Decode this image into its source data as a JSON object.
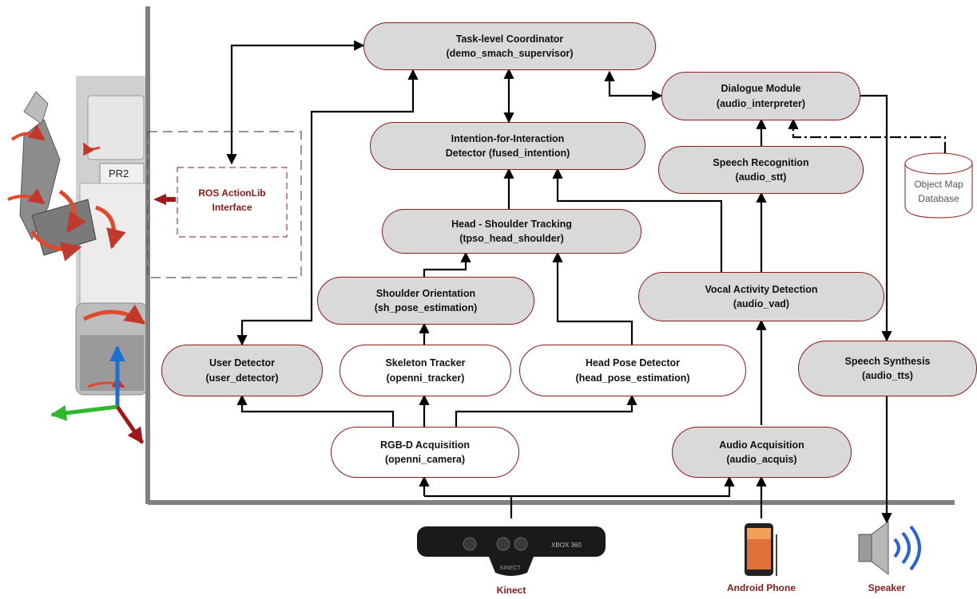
{
  "colors": {
    "node_border": "#8b1a1a",
    "node_fill_grey": "#d9d9d9",
    "node_fill_white": "#ffffff",
    "arrow": "#000000",
    "frame": "#808080",
    "label_red": "#8b1a1a"
  },
  "nodes": {
    "task_coordinator": {
      "title": "Task-level Coordinator",
      "subtitle": "(demo_smach_supervisor)"
    },
    "dialogue_module": {
      "title": "Dialogue Module",
      "subtitle": "(audio_interpreter)"
    },
    "intention_detector": {
      "title": "Intention-for-Interaction",
      "subtitle": "Detector (fused_intention)"
    },
    "speech_recognition": {
      "title": "Speech Recognition",
      "subtitle": "(audio_stt)"
    },
    "head_shoulder_tracking": {
      "title": "Head - Shoulder Tracking",
      "subtitle": "(tpso_head_shoulder)"
    },
    "shoulder_orientation": {
      "title": "Shoulder Orientation",
      "subtitle": "(sh_pose_estimation)"
    },
    "vocal_activity": {
      "title": "Vocal Activity Detection",
      "subtitle": "(audio_vad)"
    },
    "user_detector": {
      "title": "User Detector",
      "subtitle": "(user_detector)"
    },
    "skeleton_tracker": {
      "title": "Skeleton Tracker",
      "subtitle": "(openni_tracker)"
    },
    "head_pose_detector": {
      "title": "Head Pose Detector",
      "subtitle": "(head_pose_estimation)"
    },
    "speech_synthesis": {
      "title": "Speech Synthesis",
      "subtitle": "(audio_tts)"
    },
    "rgbd_acquisition": {
      "title": "RGB-D Acquisition",
      "subtitle": "(openni_camera)"
    },
    "audio_acquisition": {
      "title": "Audio Acquisition",
      "subtitle": "(audio_acquis)"
    }
  },
  "ros_interface": {
    "line1": "ROS ActionLib",
    "line2": "Interface"
  },
  "database": {
    "line1": "Object Map",
    "line2": "Database"
  },
  "robot": {
    "badge": "PR2"
  },
  "devices": {
    "kinect": {
      "label": "Kinect",
      "brand": "XBOX 360",
      "front_text": "KINECT"
    },
    "phone": {
      "label": "Android Phone"
    },
    "speaker": {
      "label": "Speaker"
    }
  }
}
